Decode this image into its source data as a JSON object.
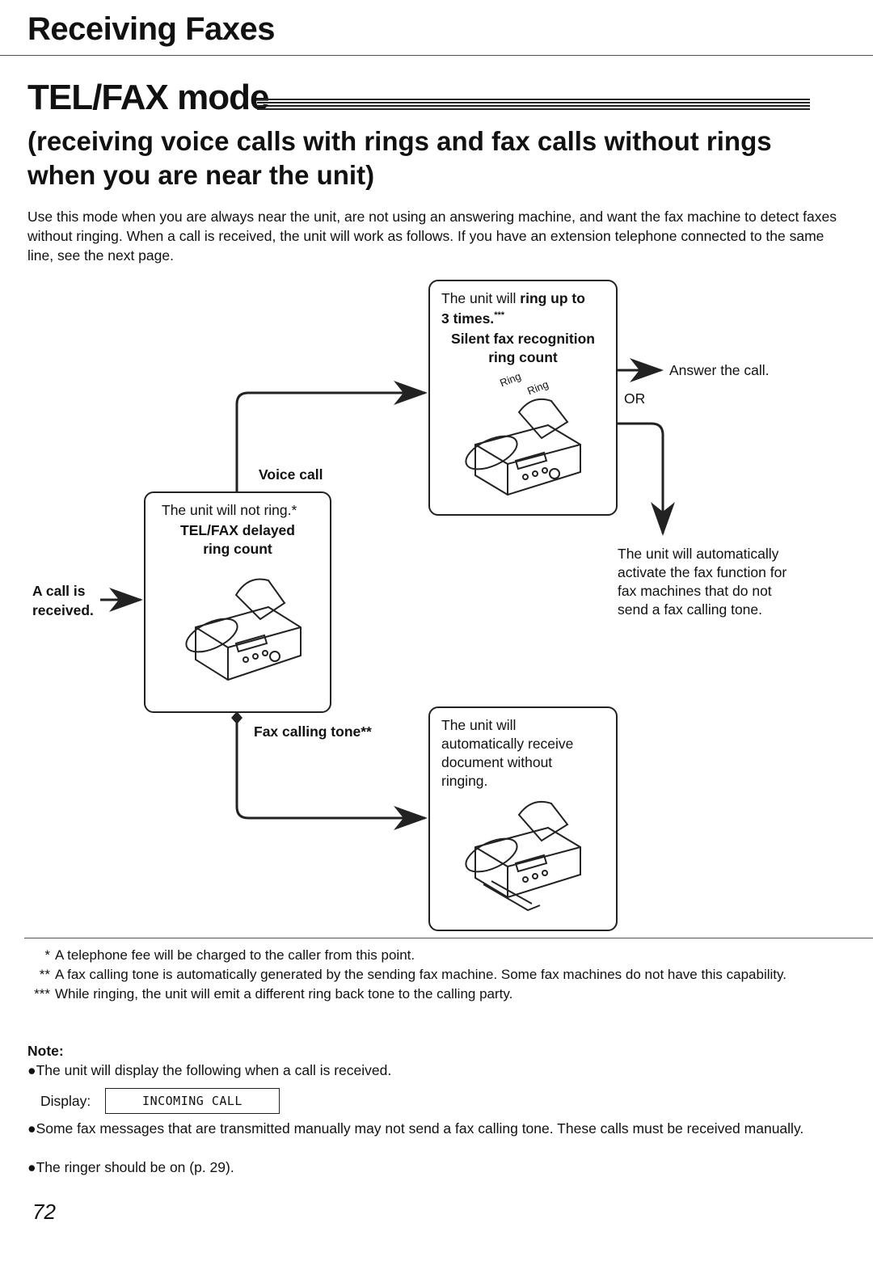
{
  "header": {
    "section_title": "Receiving Faxes",
    "mode_title": "TEL/FAX mode",
    "subtitle": "(receiving voice calls with rings and fax calls without rings when you are near the unit)"
  },
  "intro": "Use this mode when you are always near the unit, are not using an answering machine, and want the fax machine to detect faxes without ringing. When a call is received, the unit will work as follows. If you have an extension telephone connected to the same line, see the next page.",
  "diagram": {
    "call_received": [
      "A call is",
      "received."
    ],
    "left_box": {
      "line1": "The unit will not ring.*",
      "line2": "TEL/FAX delayed",
      "line3": "ring count"
    },
    "voice_call_label": "Voice call",
    "fax_tone_label": "Fax calling tone**",
    "top_box": {
      "line1_plain": "The unit will ",
      "line1_bold": "ring up to",
      "line2_bold": "3 times.",
      "line2_mark": "***",
      "line3": "Silent fax recognition",
      "line4": "ring count"
    },
    "ring_words": [
      "Ring",
      "Ring"
    ],
    "answer_label": "Answer the call.",
    "or_label": "OR",
    "auto_fax_text": [
      "The unit will automatically",
      "activate the fax function for",
      "fax machines that do not",
      "send a fax calling tone."
    ],
    "bottom_box": [
      "The unit will",
      "automatically receive",
      "document without",
      "ringing."
    ]
  },
  "footnotes": [
    {
      "mark": "*",
      "text": "A telephone fee will be charged to the caller from this point."
    },
    {
      "mark": "**",
      "text": "A fax calling tone is automatically generated by the sending fax machine. Some fax machines do not have this capability."
    },
    {
      "mark": "***",
      "text": "While ringing, the unit will emit a different ring back tone to the calling party."
    }
  ],
  "note": {
    "heading": "Note:",
    "line1": "●The unit will display the following when a call is received.",
    "display_label": "Display:",
    "display_value": "INCOMING CALL",
    "line2": "●Some fax messages that are transmitted manually may not send a fax calling tone. These calls must be received manually.",
    "line3": "●The ringer should be on (p. 29)."
  },
  "page_number": "72"
}
